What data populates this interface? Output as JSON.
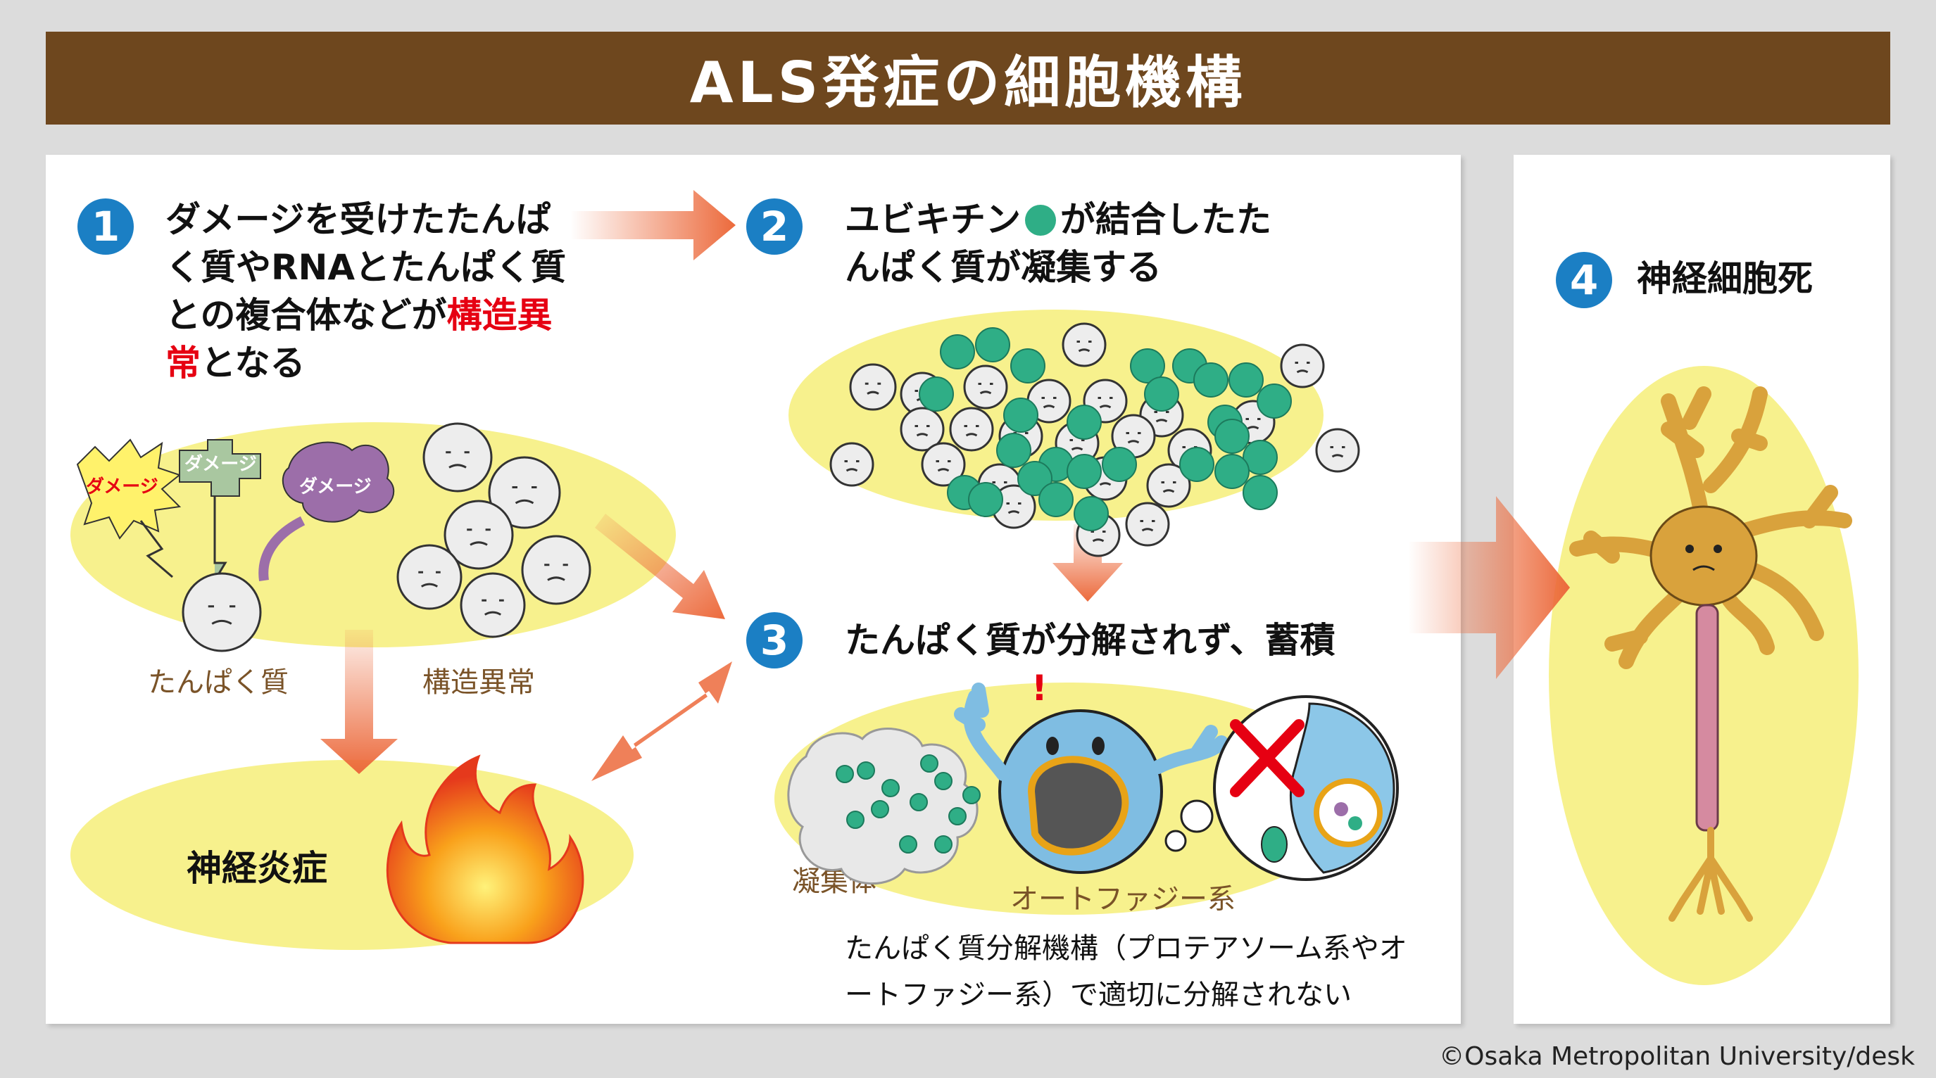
{
  "title": "ALS発症の細胞機構",
  "steps": {
    "s1": {
      "number": "1",
      "text_pre": "ダメージを受けたたんぱく質やRNAとたんぱく質との複合体などが",
      "text_red": "構造異常",
      "text_post": "となる",
      "damage_labels": [
        "ダメージ",
        "ダメージ",
        "ダメージ"
      ],
      "label_protein": "たんぱく質",
      "label_abnormal": "構造異常"
    },
    "s2": {
      "number": "2",
      "text_pre": "ユビキチン",
      "text_post": "が結合したたんぱく質が凝集する"
    },
    "s3": {
      "number": "3",
      "text": "たんぱく質が分解されず、蓄積",
      "label_aggregate": "凝集体",
      "label_autophagy": "オートファジー系",
      "note": "たんぱく質分解機構（プロテアソーム系やオートファジー系）で適切に分解されない"
    },
    "s4": {
      "number": "4",
      "text": "神経細胞死"
    },
    "inflammation": "神経炎症"
  },
  "credit": "©Osaka Metropolitan University/desk",
  "colors": {
    "title_bg": "#6e471e",
    "badge": "#1b7fc4",
    "ellipse": "#f7f18d",
    "arrow": "#ec6a3c",
    "ubiquitin": "#2fae86",
    "neuron": "#d9a23c",
    "emphasis": "#e60012"
  }
}
